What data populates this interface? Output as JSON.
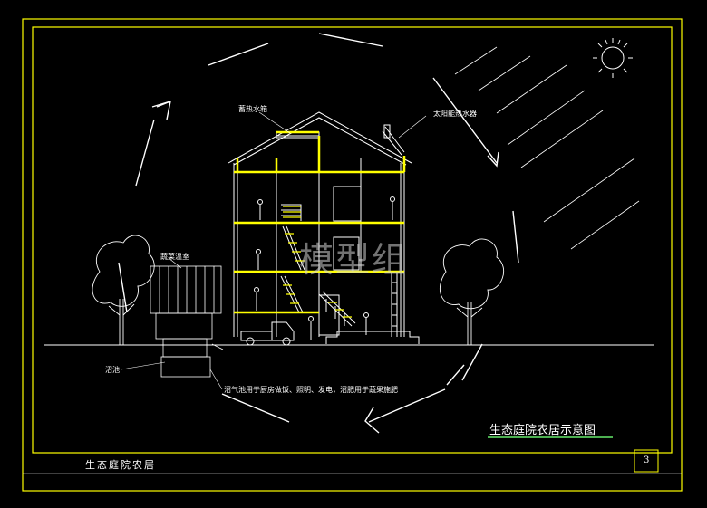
{
  "labels": {
    "water_storage": "蓄热水箱",
    "solar_water_heater": "太阳能热水器",
    "greenhouse": "蔬菜温室",
    "biogas_tank": "沼池",
    "biogas_note": "沼气池用于厨房做饭、照明、发电，沼肥用于蔬果施肥"
  },
  "title": "生态庭院农居示意图",
  "watermark": "模型组",
  "footer": {
    "project_name": "生态庭院农居",
    "sheet_number": "3"
  },
  "colors": {
    "background": "#000000",
    "frame": "#ffff00",
    "lines": "#ffffff",
    "floors": "#ffff00",
    "title_underline": "#4caf50"
  }
}
